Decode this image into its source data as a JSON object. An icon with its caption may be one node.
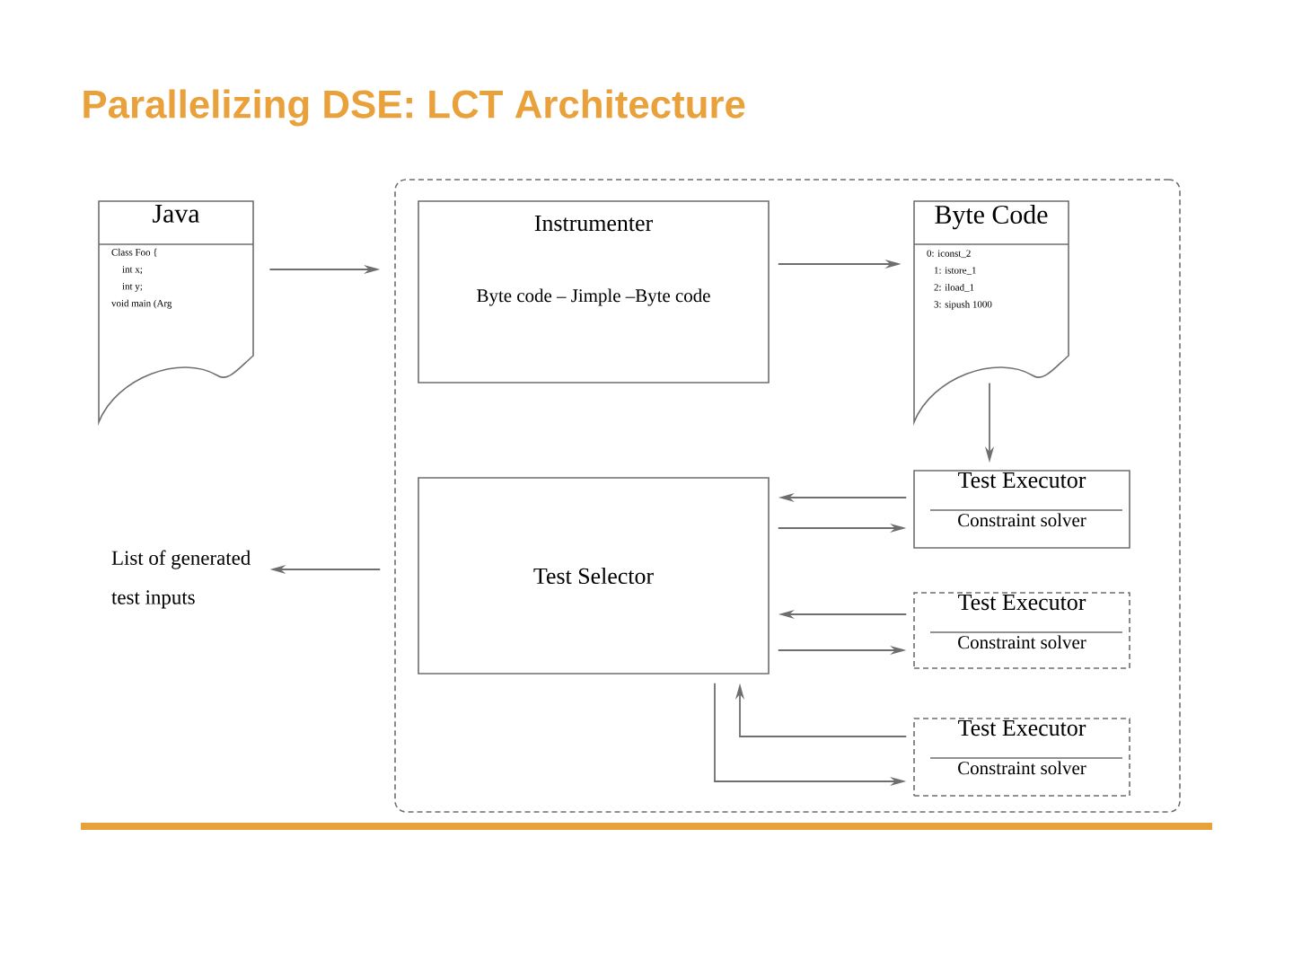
{
  "diagram": {
    "title": "Parallelizing DSE: LCT Architecture",
    "nodes": [
      {
        "text": [],
        "shape": "box"
      },
      {
        "text": [
          "Java",
          "Class Foo {",
          "int x;",
          "int y;",
          "void main (Arg"
        ]
      },
      {
        "text": [
          "Instrumenter",
          "Byte code – Jimple –Byte code"
        ],
        "in": 0
      },
      {
        "text": [
          "Byte Code",
          "0: iconst_2",
          "1: istore_1",
          "2: iload_1",
          "3: sipush 1000"
        ],
        "in": 0
      },
      {
        "text": [
          "Test Selector"
        ],
        "in": 0
      },
      {
        "text": [
          "Test Executor",
          "Constraint solver"
        ],
        "in": 0
      },
      {
        "text": [
          "Test Executor",
          "Constraint solver"
        ],
        "in": 0
      },
      {
        "text": [
          "Test Executor",
          "Constraint solver"
        ],
        "in": 0
      },
      {
        "text": [
          "List of generated test inputs"
        ]
      }
    ],
    "edges": [
      {
        "from": 1,
        "to": 0,
        "arrow": "to"
      },
      {
        "from": 2,
        "to": 3,
        "arrow": "to"
      },
      {
        "from": 3,
        "to": 5,
        "arrow": "to"
      },
      {
        "from": 5,
        "to": 4,
        "arrow": "to"
      },
      {
        "from": 4,
        "to": 5,
        "arrow": "to"
      },
      {
        "from": 6,
        "to": 4,
        "arrow": "to"
      },
      {
        "from": 4,
        "to": 6,
        "arrow": "to"
      },
      {
        "from": 7,
        "to": 4,
        "arrow": "to"
      },
      {
        "from": 4,
        "to": 7,
        "arrow": "to"
      },
      {
        "from": 0,
        "to": 8,
        "arrow": "to"
      }
    ]
  }
}
